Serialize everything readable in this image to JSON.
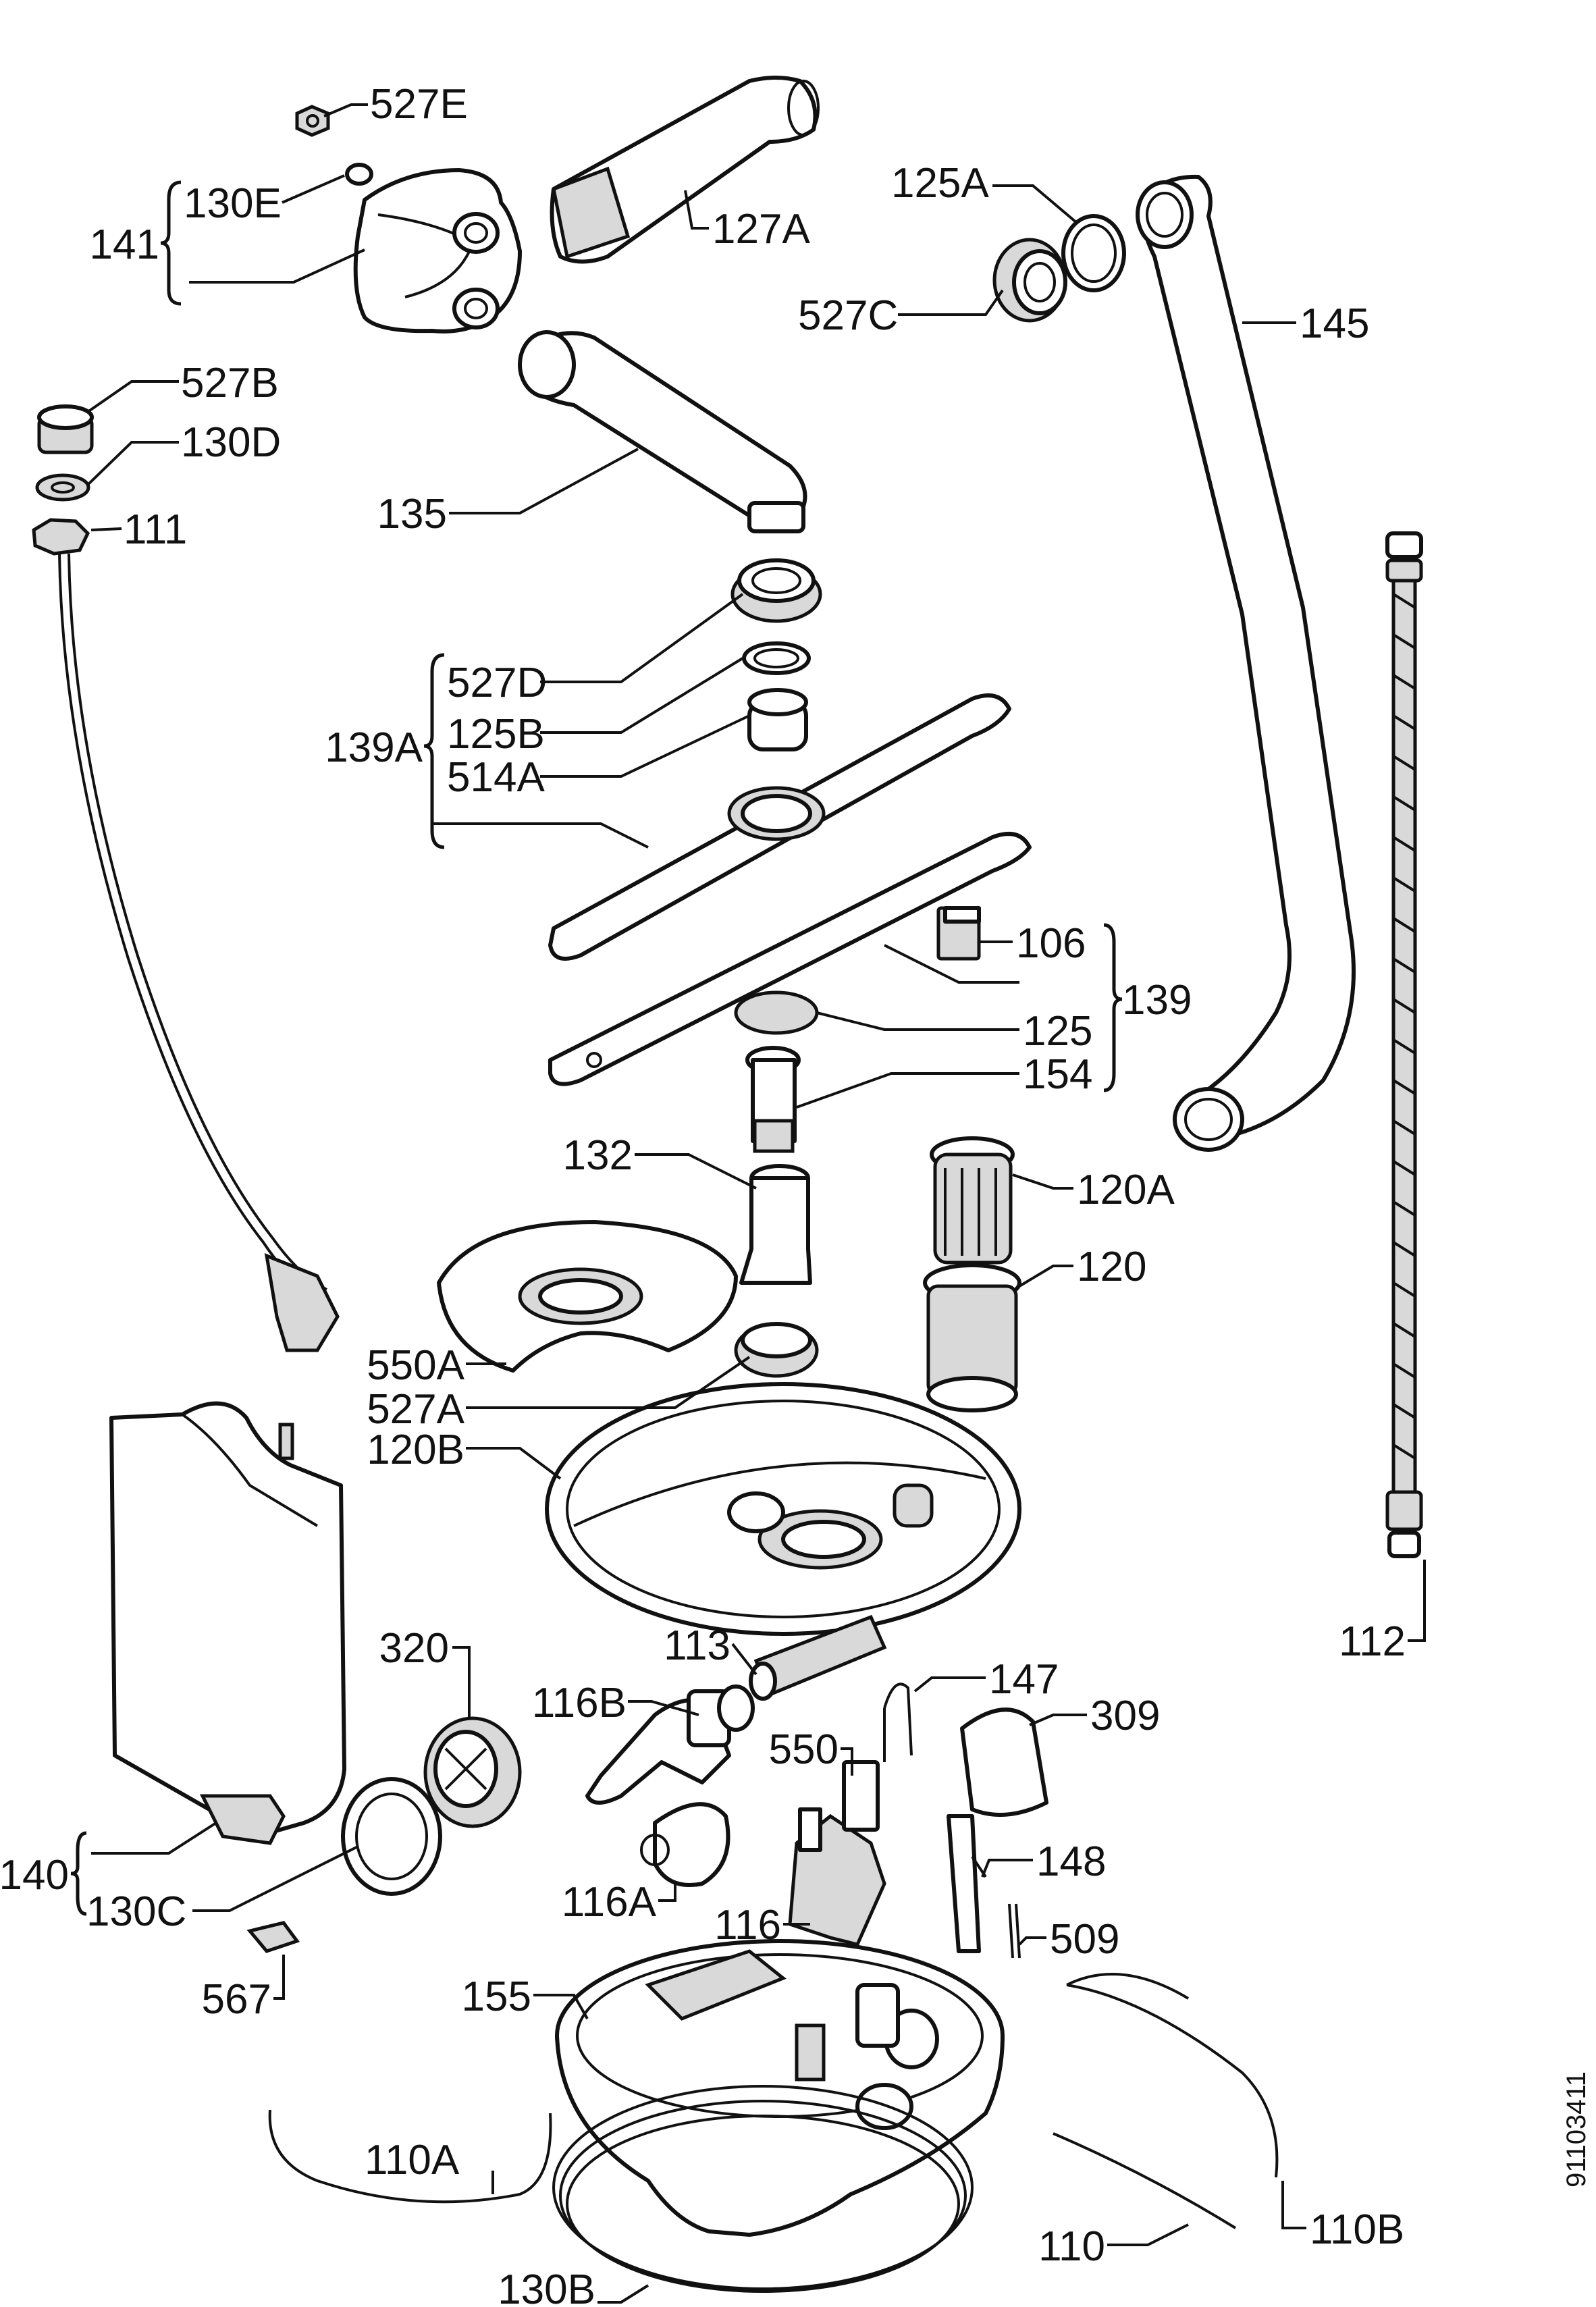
{
  "diagram": {
    "labels": {
      "l527E": "527E",
      "l130E": "130E",
      "l141": "141",
      "l127A": "127A",
      "l125A": "125A",
      "l527C": "527C",
      "l145": "145",
      "l527B": "527B",
      "l130D": "130D",
      "l111": "111",
      "l135": "135",
      "l527D": "527D",
      "l125B": "125B",
      "l139A": "139A",
      "l514A": "514A",
      "l106": "106",
      "l139": "139",
      "l125": "125",
      "l154": "154",
      "l132": "132",
      "l120A": "120A",
      "l120": "120",
      "l550A": "550A",
      "l527A": "527A",
      "l120B": "120B",
      "l112": "112",
      "l113": "113",
      "l147": "147",
      "l320": "320",
      "l116B": "116B",
      "l309": "309",
      "l550": "550",
      "l148": "148",
      "l140": "140",
      "l130C": "130C",
      "l116A": "116A",
      "l116": "116",
      "l509": "509",
      "l567": "567",
      "l155": "155",
      "l110A": "110A",
      "l110B": "110B",
      "l110": "110",
      "l130B": "130B"
    },
    "drawing_code": "91103411"
  }
}
